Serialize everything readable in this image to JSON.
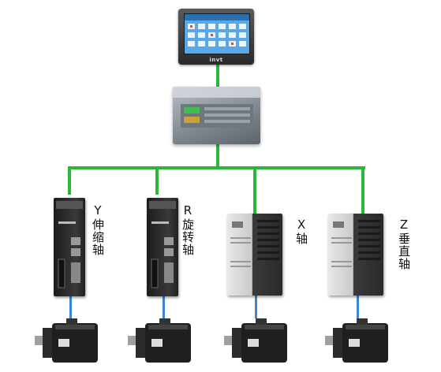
{
  "hmi": {
    "brand": "invt"
  },
  "plc": {},
  "axes": [
    {
      "id": "y",
      "label": "Y伸缩轴"
    },
    {
      "id": "r",
      "label": "R旋转轴"
    },
    {
      "id": "x",
      "label": "X轴"
    },
    {
      "id": "z",
      "label": "Z垂直轴"
    }
  ],
  "colors": {
    "network_line": "#2bb63c",
    "motor_cable": "#3a86d6"
  }
}
